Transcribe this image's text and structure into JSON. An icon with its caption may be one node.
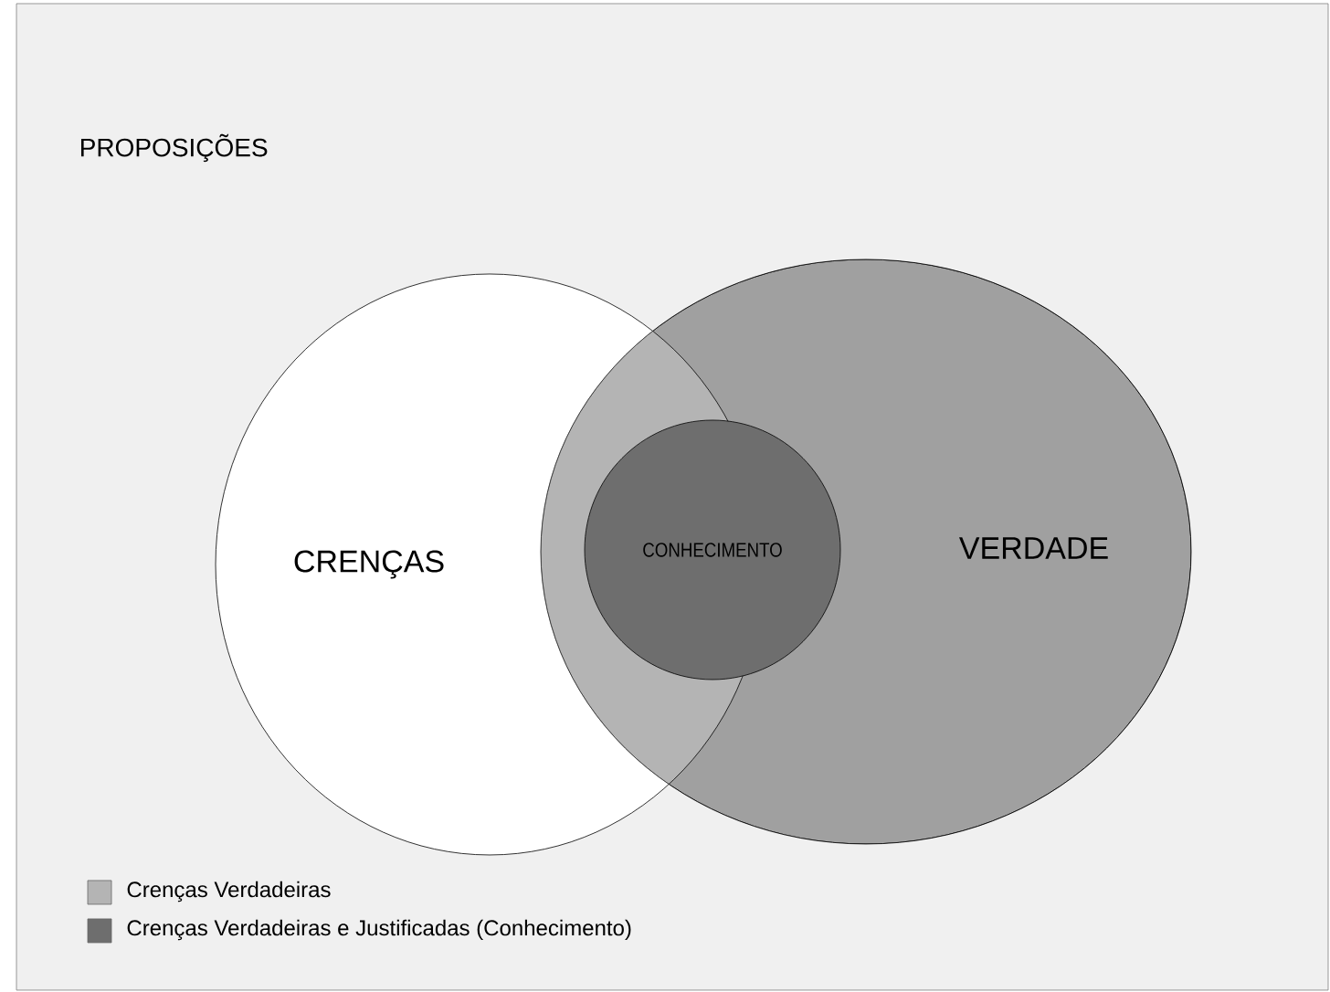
{
  "diagram": {
    "nodes": [
      {
        "text": [
          "PROPOSIÇÕES"
        ]
      },
      {
        "text": [
          "CRENÇAS"
        ],
        "in": 0
      },
      {
        "text": [
          "VERDADE"
        ],
        "in": 0
      },
      {
        "text": [
          "CONHECIMENTO"
        ],
        "in": 2
      }
    ],
    "legend": [
      {
        "text": "Crenças Verdadeiras",
        "color": "#b4b4b4"
      },
      {
        "text": "Crenças Verdadeiras e Justificadas (Conhecimento)",
        "color": "#6e6e6e"
      }
    ]
  }
}
